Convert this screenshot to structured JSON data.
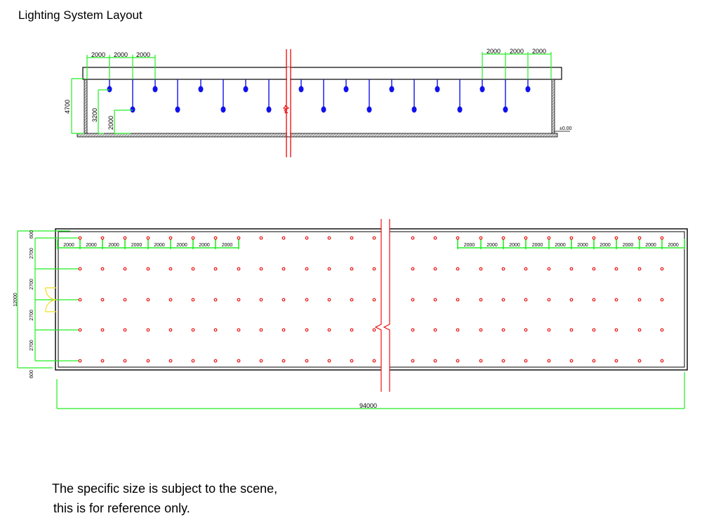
{
  "title": "Lighting System Layout",
  "note": {
    "line1": "The specific size is subject to the scene,",
    "line2": "this is for reference only."
  },
  "colors": {
    "dimension": "#22ee22",
    "light_elevation": "#1010ee",
    "light_plan": "#ee1010",
    "break_line": "#ee1010",
    "outline": "#000000",
    "door_symbol": "#f0e020"
  },
  "elevation": {
    "top_dims": [
      "2000",
      "2000",
      "2000"
    ],
    "top_dims_right": [
      "2000",
      "2000",
      "2000"
    ],
    "height_total": "4700",
    "height_short_light": "3200",
    "height_long_light": "2000",
    "floor_level": "±0.00",
    "lights_left_x": [
      156,
      189,
      221,
      253,
      286,
      318,
      350,
      383
    ],
    "lights_right_x": [
      429,
      461,
      493,
      526,
      558,
      590,
      623,
      655,
      687,
      720,
      752
    ],
    "light_pattern": "alternating short/long drop"
  },
  "plan": {
    "width_dim": "94000",
    "depth_dim": "12000",
    "row_dims": [
      "600",
      "2700",
      "2700",
      "2700",
      "2700",
      "600"
    ],
    "top_dims_left": [
      "2000",
      "2000",
      "2000",
      "2000",
      "2000",
      "2000",
      "2000",
      "2000"
    ],
    "top_dims_right": [
      "2000",
      "2000",
      "2000",
      "2000",
      "2000",
      "2000",
      "2000",
      "2000",
      "2000",
      "2000"
    ],
    "columns_left_x": [
      114,
      146,
      178,
      211,
      243,
      275,
      307,
      340,
      372,
      404,
      437,
      469,
      501,
      533
    ],
    "columns_right_x": [
      588,
      620,
      652,
      685,
      717,
      749,
      782,
      814,
      846,
      878,
      911,
      943
    ],
    "rows_y": [
      339,
      383,
      427,
      470,
      514
    ]
  }
}
